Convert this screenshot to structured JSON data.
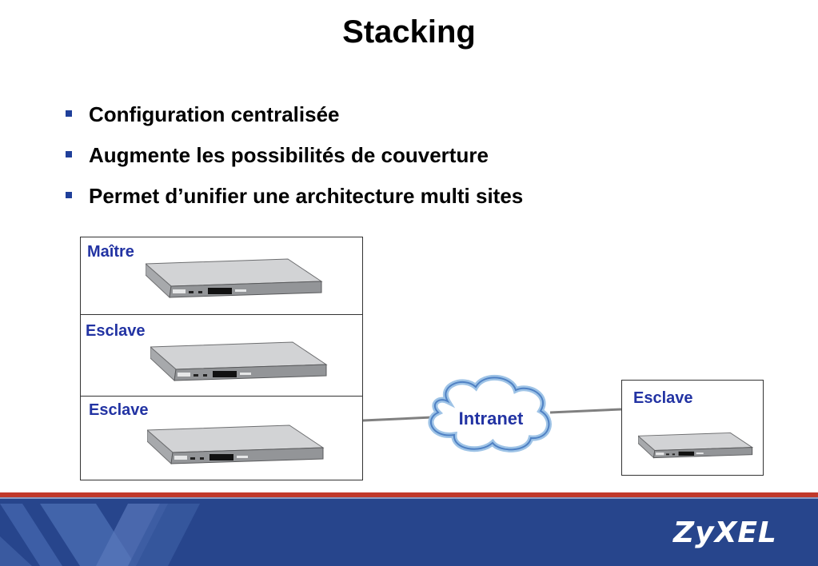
{
  "slide": {
    "title": "Stacking",
    "bullets": [
      "Configuration centralisée",
      "Augmente les possibilités de couverture",
      "Permet d’unifier une architecture multi sites"
    ]
  },
  "diagram": {
    "stack_labels": [
      "Maître",
      "Esclave",
      "Esclave"
    ],
    "cloud_label": "Intranet",
    "remote_label": "Esclave"
  },
  "footer": {
    "logo": "ZyXEL"
  },
  "colors": {
    "label_blue": "#2233a3",
    "bullet_blue": "#1f3f9a",
    "footer_blue": "#27458c",
    "footer_red": "#c0392b"
  }
}
